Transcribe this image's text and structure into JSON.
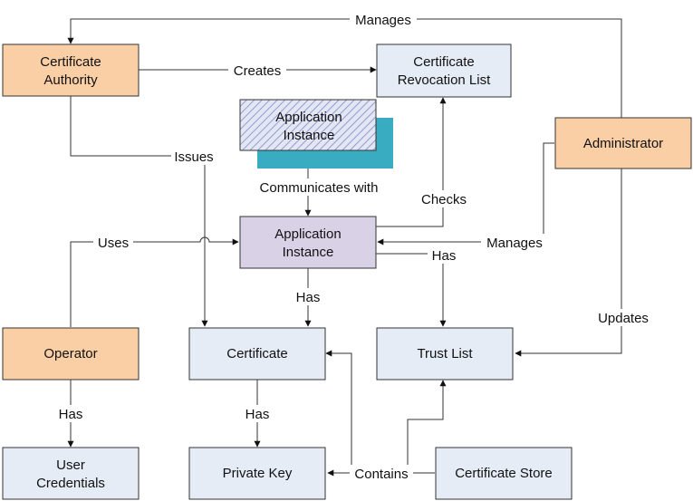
{
  "nodes": {
    "certificate_authority": [
      "Certificate",
      "Authority"
    ],
    "certificate_revocation_list": [
      "Certificate",
      "Revocation List"
    ],
    "application_instance_remote": [
      "Application",
      "Instance"
    ],
    "administrator": [
      "Administrator"
    ],
    "application_instance": [
      "Application",
      "Instance"
    ],
    "operator": [
      "Operator"
    ],
    "certificate": [
      "Certificate"
    ],
    "trust_list": [
      "Trust List"
    ],
    "user_credentials": [
      "User",
      "Credentials"
    ],
    "private_key": [
      "Private Key"
    ],
    "certificate_store": [
      "Certificate Store"
    ]
  },
  "edges": {
    "manages_top": "Manages",
    "creates": "Creates",
    "issues": "Issues",
    "communicates_with": "Communicates with",
    "checks": "Checks",
    "uses": "Uses",
    "manages_app": "Manages",
    "has_trust": "Has",
    "has_cert": "Has",
    "updates": "Updates",
    "has_credentials": "Has",
    "has_key": "Has",
    "contains": "Contains"
  },
  "colors": {
    "actor_fill": "#fbcfa6",
    "entity_fill": "#e6ecf6",
    "app_fill": "#d9d2e6",
    "remote_shadow": "#3aacc2",
    "remote_hatch": "#8f9ed0"
  }
}
